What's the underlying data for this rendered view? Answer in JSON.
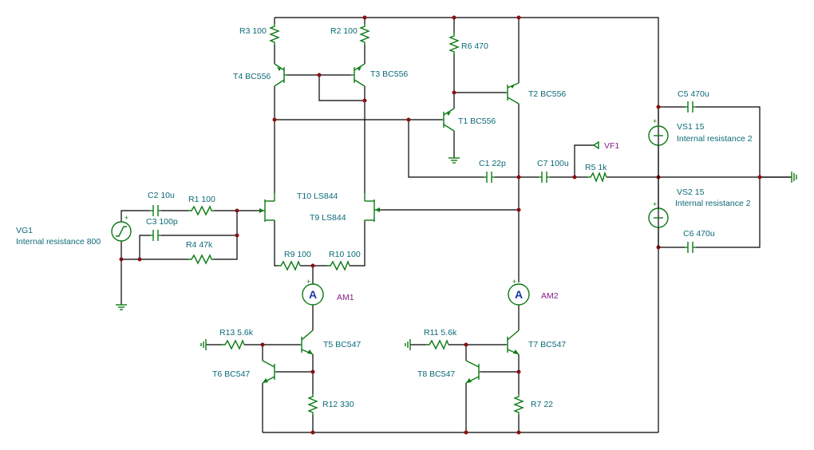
{
  "components": {
    "r3": "R3 100",
    "r2": "R2 100",
    "r6": "R6 470",
    "t4": "T4 BC556",
    "t3": "T3 BC556",
    "t2": "T2 BC556",
    "t1": "T1 BC556",
    "c5": "C5 470u",
    "vs1": "VS1 15",
    "vs1_int": "Internal resistance 2",
    "vf1": "VF1",
    "c1": "C1 22p",
    "c7": "C7 100u",
    "r5": "R5 1k",
    "vs2": "VS2 15",
    "vs2_int": "Internal resistance 2",
    "c6": "C6 470u",
    "c2": "C2 10u",
    "r1": "R1 100",
    "c3": "C3 100p",
    "r4": "R4 47k",
    "vg1": "VG1",
    "vg1_int": "Internal resistance 800",
    "t10": "T10 LS844",
    "t9": "T9 LS844",
    "r9": "R9 100",
    "r10": "R10 100",
    "am1": "AM1",
    "am2": "AM2",
    "r13": "R13 5.6k",
    "t5": "T5 BC547",
    "t6": "T6 BC547",
    "r12": "R12 330",
    "r11": "R11 5.6k",
    "t7": "T7 BC547",
    "t8": "T8 BC547",
    "r7": "R7 22"
  },
  "meter_symbol": "A",
  "plus_sign": "+"
}
